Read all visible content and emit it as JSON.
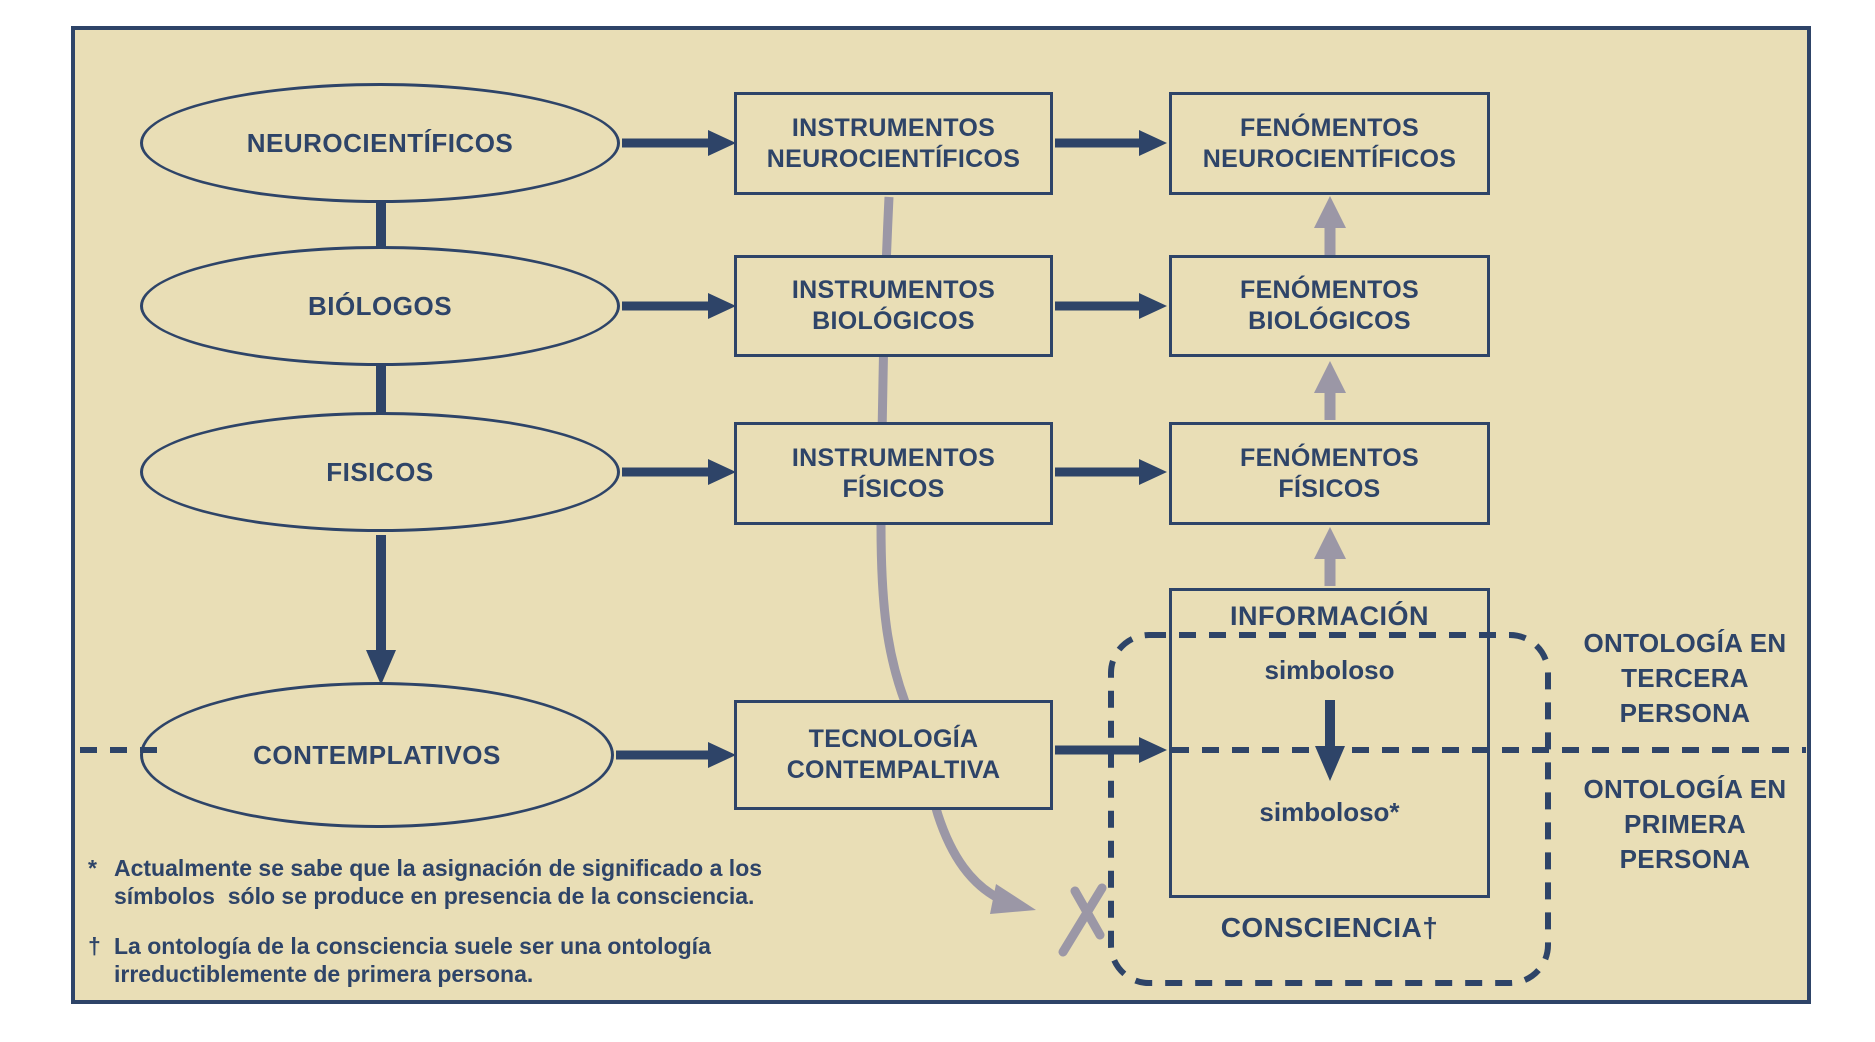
{
  "colors": {
    "page_bg": "#ffffff",
    "panel_bg": "#e9deb6",
    "navy": "#2e4468",
    "gray": "#9b97a6"
  },
  "ellipses": [
    {
      "label": "NEUROCIENTÍFICOS"
    },
    {
      "label": "BIÓLOGOS"
    },
    {
      "label": "FISICOS"
    },
    {
      "label": "CONTEMPLATIVOS"
    }
  ],
  "instrument_boxes": [
    {
      "line1": "INSTRUMENTOS",
      "line2": "NEUROCIENTÍFICOS"
    },
    {
      "line1": "INSTRUMENTOS",
      "line2": "BIOLÓGICOS"
    },
    {
      "line1": "INSTRUMENTOS",
      "line2": "FÍSICOS"
    },
    {
      "line1": "TECNOLOGÍA",
      "line2": "CONTEMPALTIVA"
    }
  ],
  "phenomena_boxes": [
    {
      "line1": "FENÓMENTOS",
      "line2": "NEUROCIENTÍFICOS"
    },
    {
      "line1": "FENÓMENTOS",
      "line2": "BIOLÓGICOS"
    },
    {
      "line1": "FENÓMENTOS",
      "line2": "FÍSICOS"
    }
  ],
  "information_box": {
    "title": "INFORMACIÓN",
    "upper": "simboloso",
    "lower": "simboloso*"
  },
  "consciencia_label": "CONSCIENCIA†",
  "ontology": {
    "third": "ONTOLOGÍA EN\nTERCERA\nPERSONA",
    "first": "ONTOLOGÍA EN\nPRIMERA\nPERSONA"
  },
  "footnotes": [
    {
      "marker": "*",
      "text": "Actualmente se sabe que la asignación de significado a los\nsímbolos  sólo se produce en presencia de la consciencia."
    },
    {
      "marker": "†",
      "text": "La ontología de la consciencia suele ser una ontología\nirreductiblemente de primera persona."
    }
  ]
}
